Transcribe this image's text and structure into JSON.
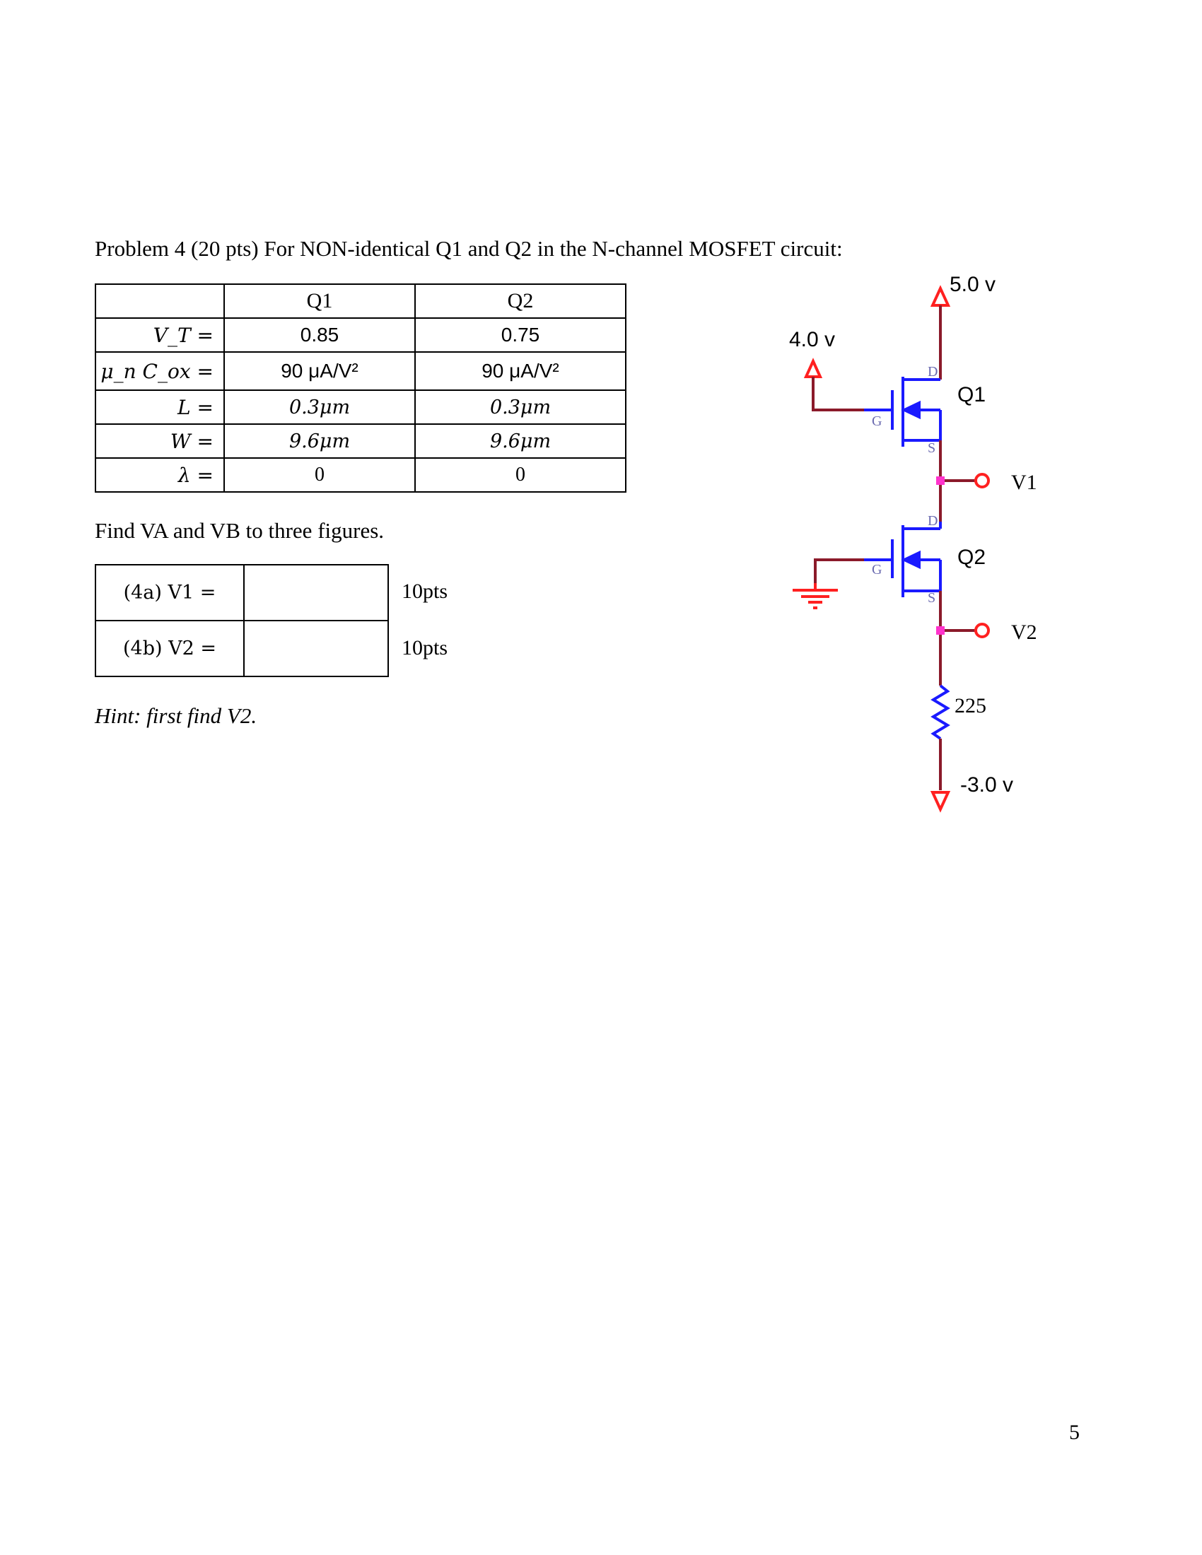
{
  "problem_title": "Problem 4 (20 pts)   For NON-identical Q1 and Q2 in the N-channel MOSFET circuit:",
  "table": {
    "headers": [
      "",
      "Q1",
      "Q2"
    ],
    "rows": [
      {
        "label": "V_T =",
        "q1": "0.85",
        "q2": "0.75"
      },
      {
        "label": "μ_n C_ox  =",
        "q1": "90 μA/V²",
        "q2": "90 μA/V²"
      },
      {
        "label": "L =",
        "q1": "0.3μm",
        "q2": "0.3μm"
      },
      {
        "label": "W  =",
        "q1": "9.6μm",
        "q2": "9.6μm"
      },
      {
        "label": "λ =",
        "q1": "0",
        "q2": "0"
      }
    ]
  },
  "instruction": "Find VA and VB to three figures.",
  "answers": [
    {
      "label": "(4a) V1 =",
      "points": "10pts"
    },
    {
      "label": "(4b) V2  =",
      "points": "10pts"
    }
  ],
  "hint": "Hint: first find V2.",
  "page_number": "5",
  "circuit": {
    "vdd": "5.0 v",
    "vgate": "4.0 v",
    "vss": "-3.0 v",
    "q1_label": "Q1",
    "q2_label": "Q2",
    "node1_label": "V1",
    "node2_label": "V2",
    "resistor_value": "225",
    "pin_gate": "G",
    "pin_drain": "D",
    "pin_source": "S",
    "colors": {
      "wire": "#8b1a2a",
      "mosfet": "#1a1aff",
      "supply": "#ff2020",
      "node": "#ff33cc",
      "ground": "#ff2020"
    }
  }
}
